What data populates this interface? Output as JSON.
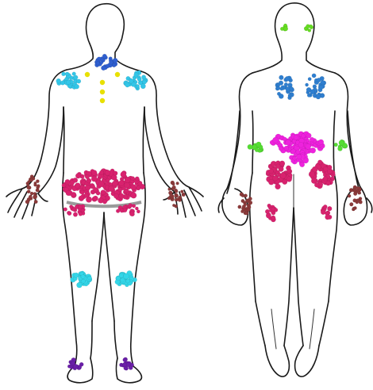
{
  "figures": [
    {
      "view": "front"
    },
    {
      "view": "back"
    }
  ],
  "regions": [
    {
      "name": "neck-front",
      "color": "#2f5fd0",
      "figure": "front"
    },
    {
      "name": "shoulder-front",
      "color": "#33c6e8",
      "figure": "front"
    },
    {
      "name": "chest-points",
      "color": "#e8e000",
      "figure": "front"
    },
    {
      "name": "hands",
      "color": "#8b3a3a",
      "figure": "both"
    },
    {
      "name": "hips-front",
      "color": "#d8226e",
      "figure": "front"
    },
    {
      "name": "thighs",
      "color": "#d8226e",
      "figure": "front"
    },
    {
      "name": "knees",
      "color": "#33d6e8",
      "figure": "front"
    },
    {
      "name": "feet",
      "color": "#6a1fa8",
      "figure": "front"
    },
    {
      "name": "back-of-head",
      "color": "#66dd22",
      "figure": "back"
    },
    {
      "name": "upper-back",
      "color": "#2f7fd0",
      "figure": "back"
    },
    {
      "name": "lower-back",
      "color": "#ee22dd",
      "figure": "back"
    },
    {
      "name": "elbows",
      "color": "#55dd33",
      "figure": "back"
    },
    {
      "name": "buttocks",
      "color": "#d8226e",
      "figure": "back"
    }
  ]
}
